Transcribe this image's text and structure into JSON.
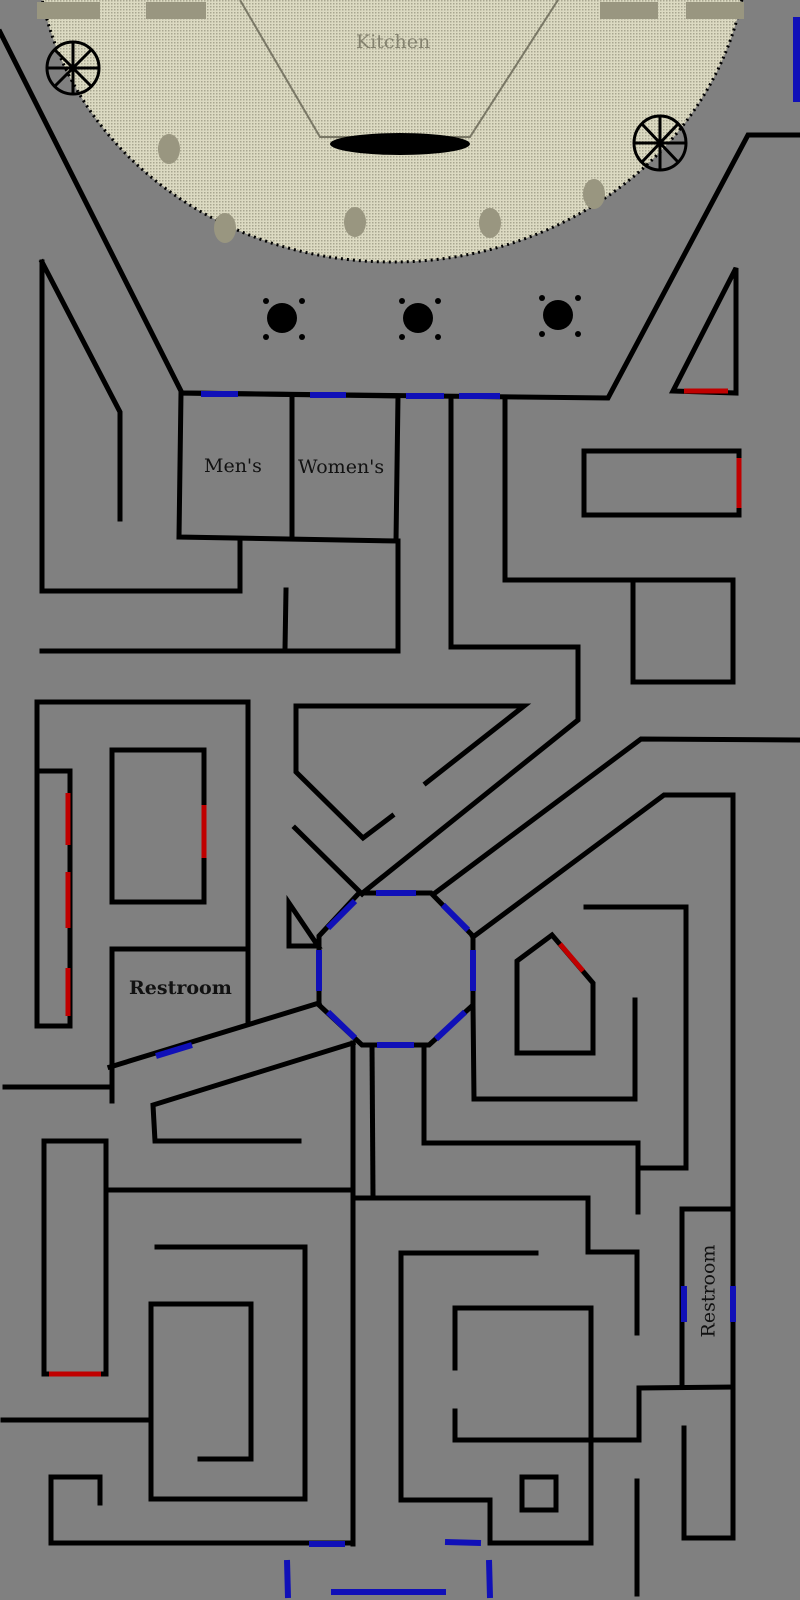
{
  "map": {
    "rooms": {
      "kitchen": "Kitchen",
      "mens": "Men's",
      "womens": "Women's",
      "restroom_left": "Restroom",
      "restroom_right": "Restroom"
    },
    "colors": {
      "floor": "#808080",
      "wall": "#000000",
      "door_blue": "#1010b8",
      "door_red": "#c00000",
      "kitchen_floor": "#d6d4b8"
    }
  }
}
